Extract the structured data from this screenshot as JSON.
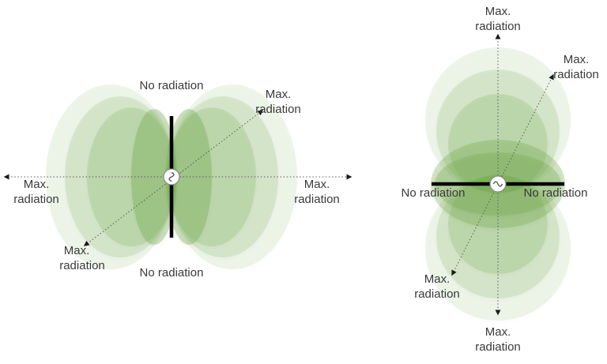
{
  "colors": {
    "lobe_green": "#70AD47",
    "text": "#3a3a3a",
    "axis": "#595959",
    "antenna": "#000000"
  },
  "left_figure": {
    "no_radiation_top": "No radiation",
    "no_radiation_bottom": "No radiation",
    "max_left": {
      "line1": "Max.",
      "line2": "radiation"
    },
    "max_right": {
      "line1": "Max.",
      "line2": "radiation"
    },
    "max_diag_upper": {
      "line1": "Max.",
      "line2": "radiation"
    },
    "max_diag_lower": {
      "line1": "Max.",
      "line2": "radiation"
    }
  },
  "right_figure": {
    "max_top": {
      "line1": "Max.",
      "line2": "radiation"
    },
    "max_bottom": {
      "line1": "Max.",
      "line2": "radiation"
    },
    "max_diag_upper": {
      "line1": "Max.",
      "line2": "radiation"
    },
    "max_diag_lower": {
      "line1": "Max.",
      "line2": "radiation"
    },
    "no_radiation_left": "No radiation",
    "no_radiation_right": "No radiation"
  }
}
